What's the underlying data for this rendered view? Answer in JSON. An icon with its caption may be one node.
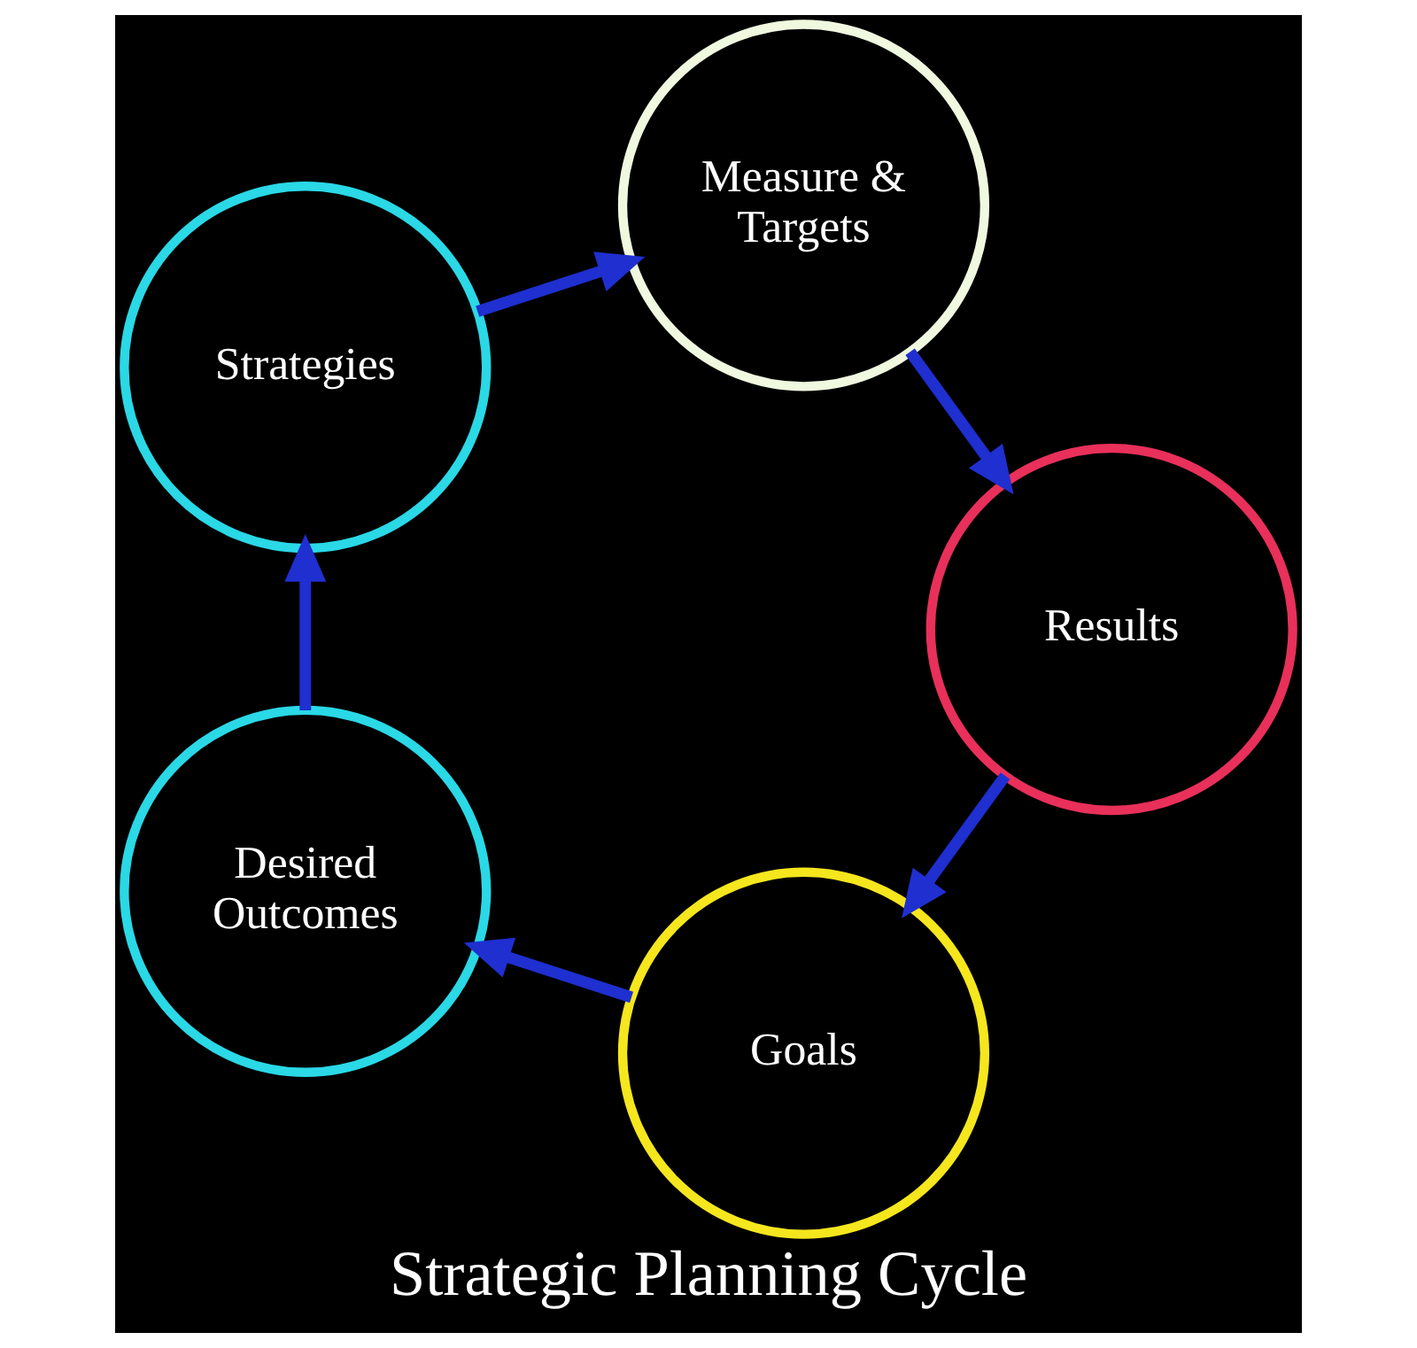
{
  "diagram": {
    "title": "Strategic Planning Cycle",
    "nodes": [
      {
        "text": [
          "Goals"
        ]
      },
      {
        "text": [
          "Desired Outcomes"
        ]
      },
      {
        "text": [
          "Strategies"
        ]
      },
      {
        "text": [
          "Measure & Targets"
        ]
      },
      {
        "text": [
          "Results"
        ]
      }
    ],
    "edges": [
      {
        "from": 0,
        "to": 1,
        "arrow": "to"
      },
      {
        "from": 1,
        "to": 2,
        "arrow": "to"
      },
      {
        "from": 2,
        "to": 3,
        "arrow": "to"
      },
      {
        "from": 3,
        "to": 4,
        "arrow": "to"
      },
      {
        "from": 4,
        "to": 0,
        "arrow": "to"
      }
    ]
  }
}
